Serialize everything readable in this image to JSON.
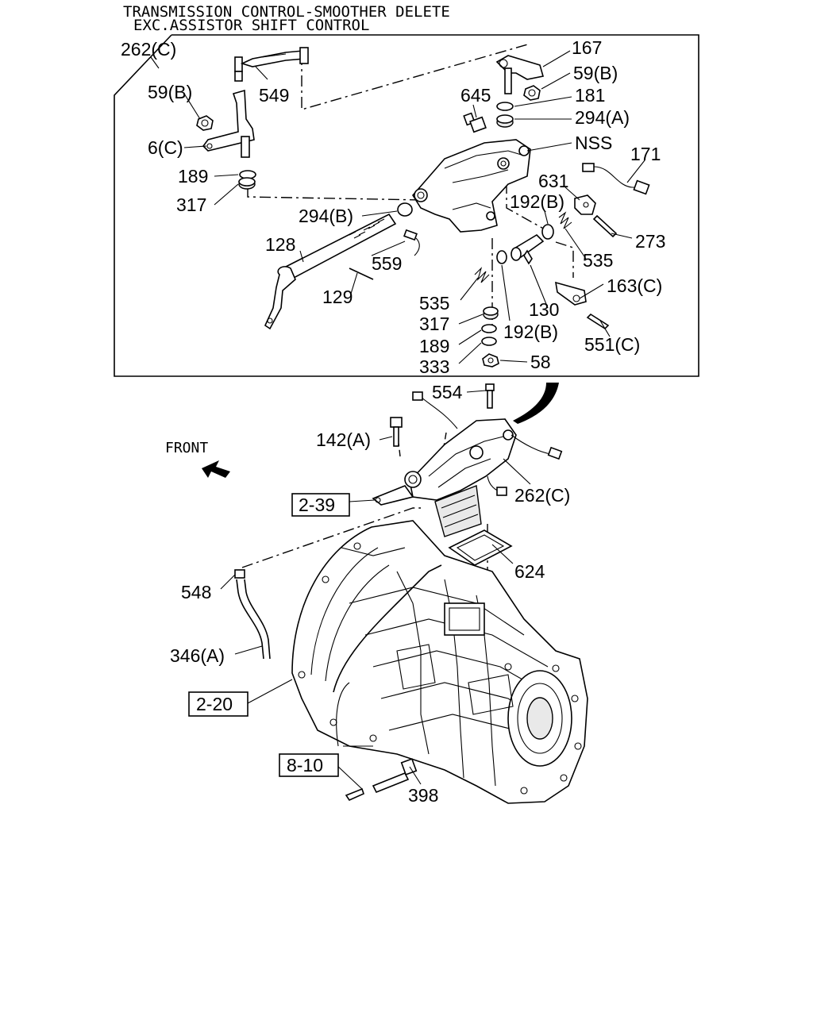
{
  "title": {
    "line1": "TRANSMISSION CONTROL-SMOOTHER DELETE",
    "line2": "EXC.ASSISTOR SHIFT CONTROL"
  },
  "labels": {
    "l_262c_top": "262(C)",
    "l_167": "167",
    "l_59b_right": "59(B)",
    "l_59b_left": "59(B)",
    "l_549": "549",
    "l_645": "645",
    "l_181": "181",
    "l_294a": "294(A)",
    "l_nss": "NSS",
    "l_171": "171",
    "l_6c": "6(C)",
    "l_189_top": "189",
    "l_317_top": "317",
    "l_631": "631",
    "l_192b_top": "192(B)",
    "l_294b": "294(B)",
    "l_273": "273",
    "l_128": "128",
    "l_559": "559",
    "l_535_right": "535",
    "l_163c": "163(C)",
    "l_129": "129",
    "l_535_mid": "535",
    "l_130": "130",
    "l_317_bot": "317",
    "l_192b_bot": "192(B)",
    "l_551c": "551(C)",
    "l_189_bot": "189",
    "l_333": "333",
    "l_58": "58",
    "l_554": "554",
    "l_142a": "142(A)",
    "l_262c_bot": "262(C)",
    "l_624": "624",
    "l_548": "548",
    "l_346a": "346(A)",
    "l_398": "398"
  },
  "refs": {
    "r_2_39": "2-39",
    "r_2_20": "2-20",
    "r_8_10": "8-10"
  },
  "front": {
    "label": "FRONT"
  }
}
